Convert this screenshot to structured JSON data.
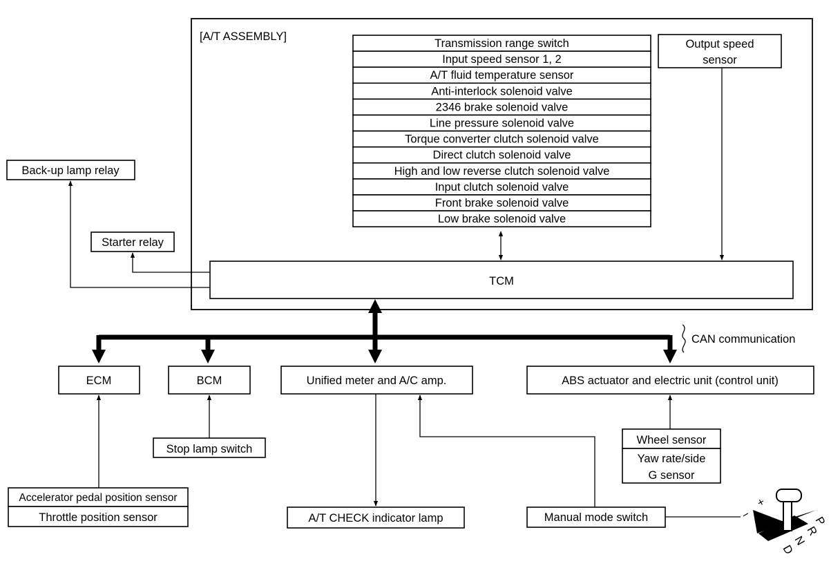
{
  "assembly": {
    "title": "[A/T ASSEMBLY]",
    "components": [
      "Transmission range switch",
      "Input speed sensor 1, 2",
      "A/T fluid temperature sensor",
      "Anti-interlock solenoid valve",
      "2346 brake solenoid valve",
      "Line pressure solenoid valve",
      "Torque converter clutch solenoid valve",
      "Direct clutch solenoid valve",
      "High and low reverse clutch solenoid valve",
      "Input clutch solenoid valve",
      "Front brake solenoid valve",
      "Low brake solenoid valve"
    ],
    "output_speed_sensor": [
      "Output speed",
      "sensor"
    ],
    "tcm": "TCM"
  },
  "relays": {
    "backup_lamp": "Back-up lamp relay",
    "starter": "Starter relay"
  },
  "can_label": "CAN communication",
  "units": {
    "ecm": "ECM",
    "bcm": "BCM",
    "meter": "Unified meter and A/C amp.",
    "abs": "ABS actuator and electric unit (control unit)"
  },
  "sensors": {
    "stop_lamp": "Stop lamp switch",
    "accel_pedal": "Accelerator pedal position sensor",
    "throttle": "Throttle position sensor",
    "wheel": "Wheel sensor",
    "yaw": [
      "Yaw rate/side",
      "G sensor"
    ],
    "at_check": "A/T CHECK indicator lamp",
    "manual_mode": "Manual mode switch"
  },
  "shifter": {
    "plus": "+",
    "minus": "−",
    "positions": [
      "P",
      "R",
      "N",
      "D"
    ]
  }
}
